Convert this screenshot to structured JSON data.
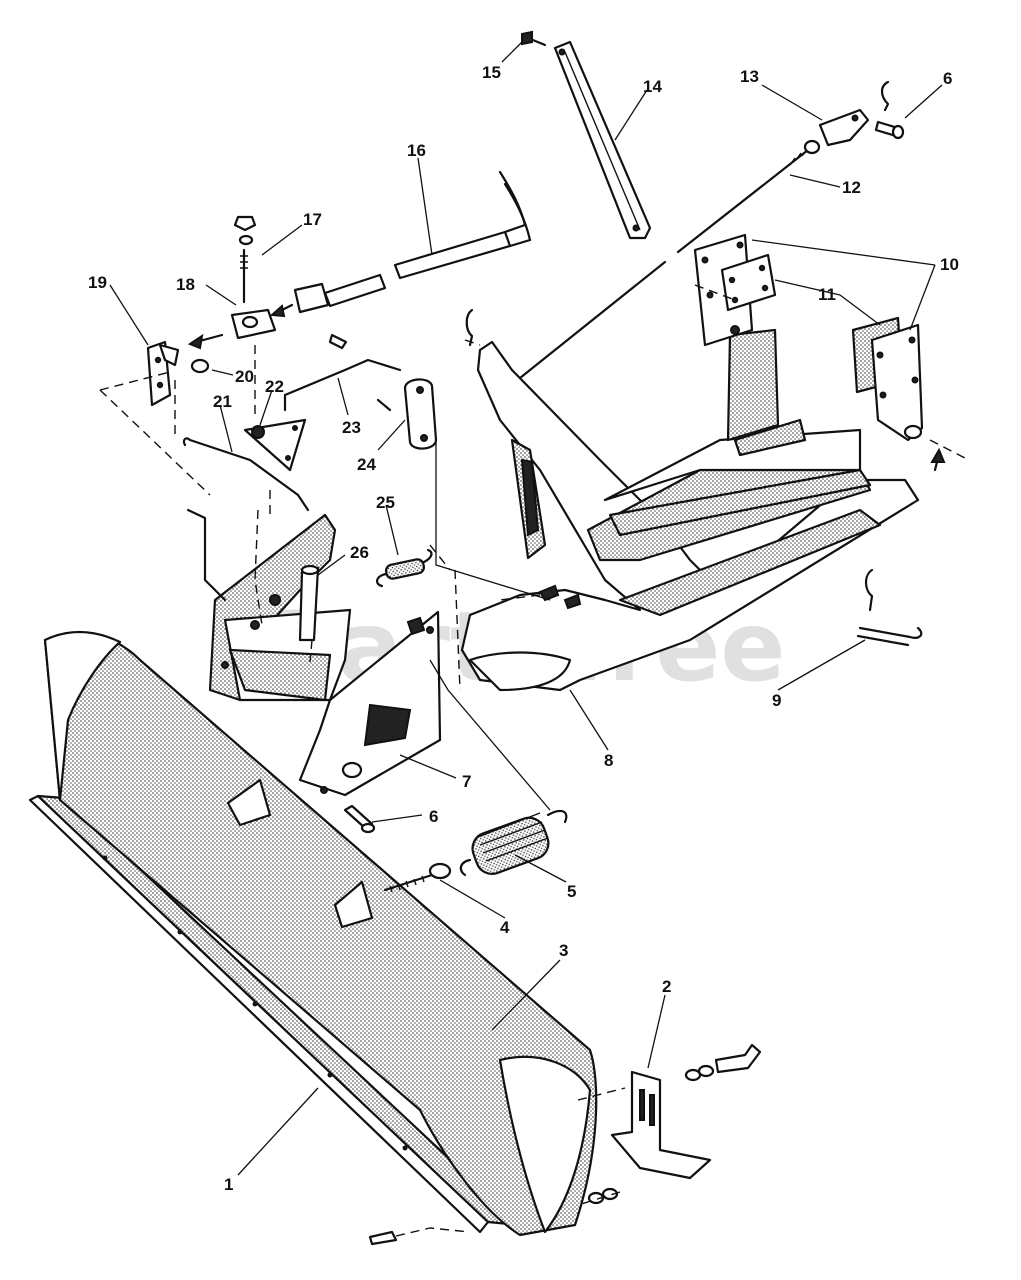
{
  "diagram": {
    "watermark": "PartsTree",
    "labels": [
      {
        "id": "p1",
        "text": "1"
      },
      {
        "id": "p2",
        "text": "2"
      },
      {
        "id": "p3",
        "text": "3"
      },
      {
        "id": "p4",
        "text": "4"
      },
      {
        "id": "p5",
        "text": "5"
      },
      {
        "id": "p6a",
        "text": "6"
      },
      {
        "id": "p6b",
        "text": "6"
      },
      {
        "id": "p7",
        "text": "7"
      },
      {
        "id": "p8",
        "text": "8"
      },
      {
        "id": "p9",
        "text": "9"
      },
      {
        "id": "p10",
        "text": "10"
      },
      {
        "id": "p11",
        "text": "11"
      },
      {
        "id": "p12",
        "text": "12"
      },
      {
        "id": "p13",
        "text": "13"
      },
      {
        "id": "p14",
        "text": "14"
      },
      {
        "id": "p15",
        "text": "15"
      },
      {
        "id": "p16",
        "text": "16"
      },
      {
        "id": "p17",
        "text": "17"
      },
      {
        "id": "p18",
        "text": "18"
      },
      {
        "id": "p19",
        "text": "19"
      },
      {
        "id": "p20",
        "text": "20"
      },
      {
        "id": "p21",
        "text": "21"
      },
      {
        "id": "p22",
        "text": "22"
      },
      {
        "id": "p23",
        "text": "23"
      },
      {
        "id": "p24",
        "text": "24"
      },
      {
        "id": "p25",
        "text": "25"
      },
      {
        "id": "p26",
        "text": "26"
      }
    ]
  }
}
